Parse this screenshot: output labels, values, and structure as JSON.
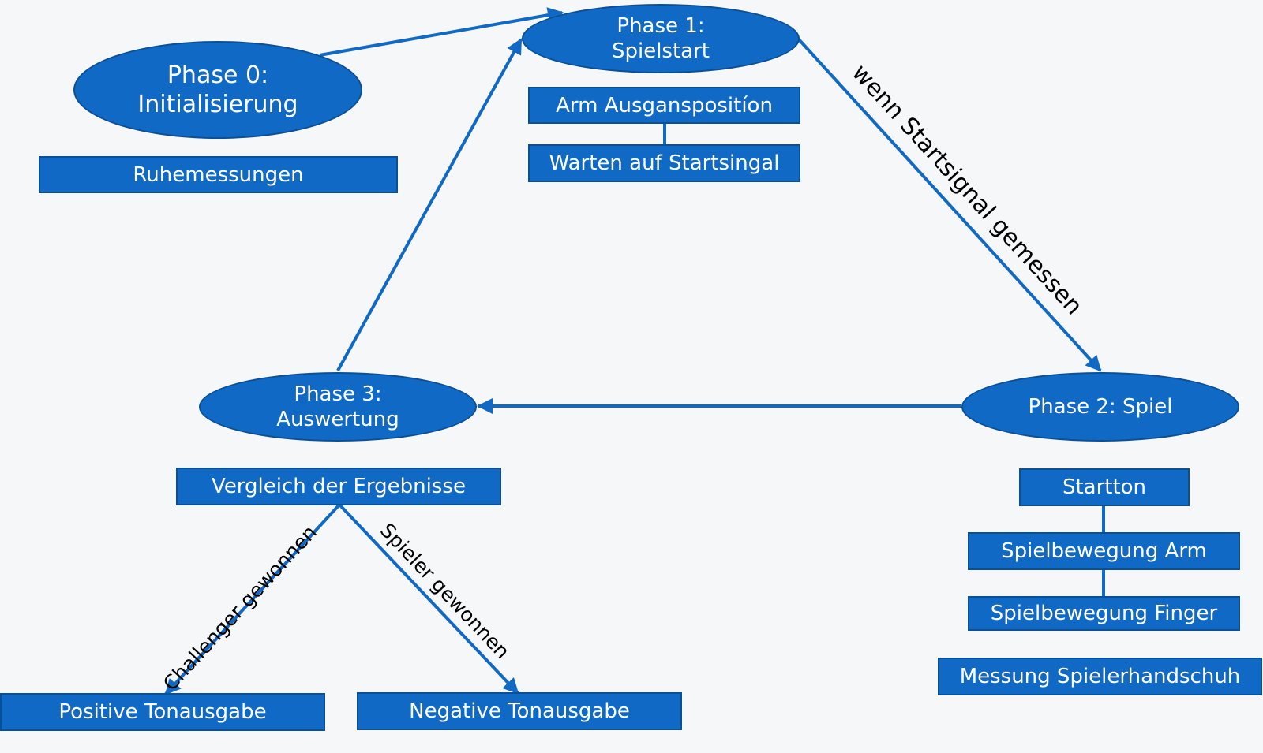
{
  "phases": {
    "phase0": {
      "line1": "Phase 0:",
      "line2": "Initialisierung"
    },
    "phase1": {
      "line1": "Phase 1:",
      "line2": "Spielstart"
    },
    "phase2": {
      "line1": "Phase 2: Spiel"
    },
    "phase3": {
      "line1": "Phase 3:",
      "line2": "Auswertung"
    }
  },
  "boxes": {
    "ruhemessungen": "Ruhemessungen",
    "arm_ausgangsposition": "Arm Ausganspositíon",
    "warten_startsignal": "Warten auf Startsingal",
    "startton": "Startton",
    "spielbewegung_arm": "Spielbewegung Arm",
    "spielbewegung_finger": "Spielbewegung Finger",
    "messung_handschuh": "Messung Spielerhandschuh",
    "vergleich": "Vergleich der Ergebnisse",
    "positive_ton": "Positive Tonausgabe",
    "negative_ton": "Negative Tonausgabe"
  },
  "edge_labels": {
    "startsignal": "wenn Startsignal gemessen",
    "challenger": "Challenger gewonnen",
    "spieler": "Spieler gewonnen"
  },
  "colors": {
    "node_fill": "#1069c4",
    "edge": "#1069c4",
    "background": "#f6f7f8"
  }
}
